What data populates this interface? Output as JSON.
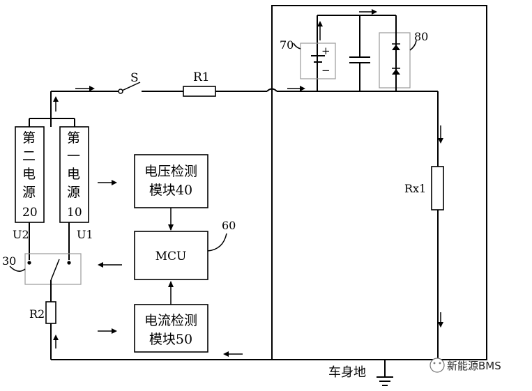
{
  "labels": {
    "switch_s": "S",
    "resistor_r1": "R1",
    "resistor_r2": "R2",
    "resistor_rx1": "Rx1",
    "ref_70": "70",
    "ref_80": "80",
    "ref_60": "60",
    "ref_30": "30",
    "u1": "U1",
    "u2": "U2",
    "battery_plus": "+",
    "battery_minus": "−",
    "ground": "车身地"
  },
  "second_power": {
    "chars": [
      "第",
      "二",
      "电",
      "源"
    ],
    "num": "20"
  },
  "first_power": {
    "chars": [
      "第",
      "一",
      "电",
      "源"
    ],
    "num": "10"
  },
  "voltage_module": {
    "line1": "电压检测",
    "line2": "模块40"
  },
  "current_module": {
    "line1": "电流检测",
    "line2": "模块50"
  },
  "mcu": "MCU",
  "watermark": "新能源BMS"
}
